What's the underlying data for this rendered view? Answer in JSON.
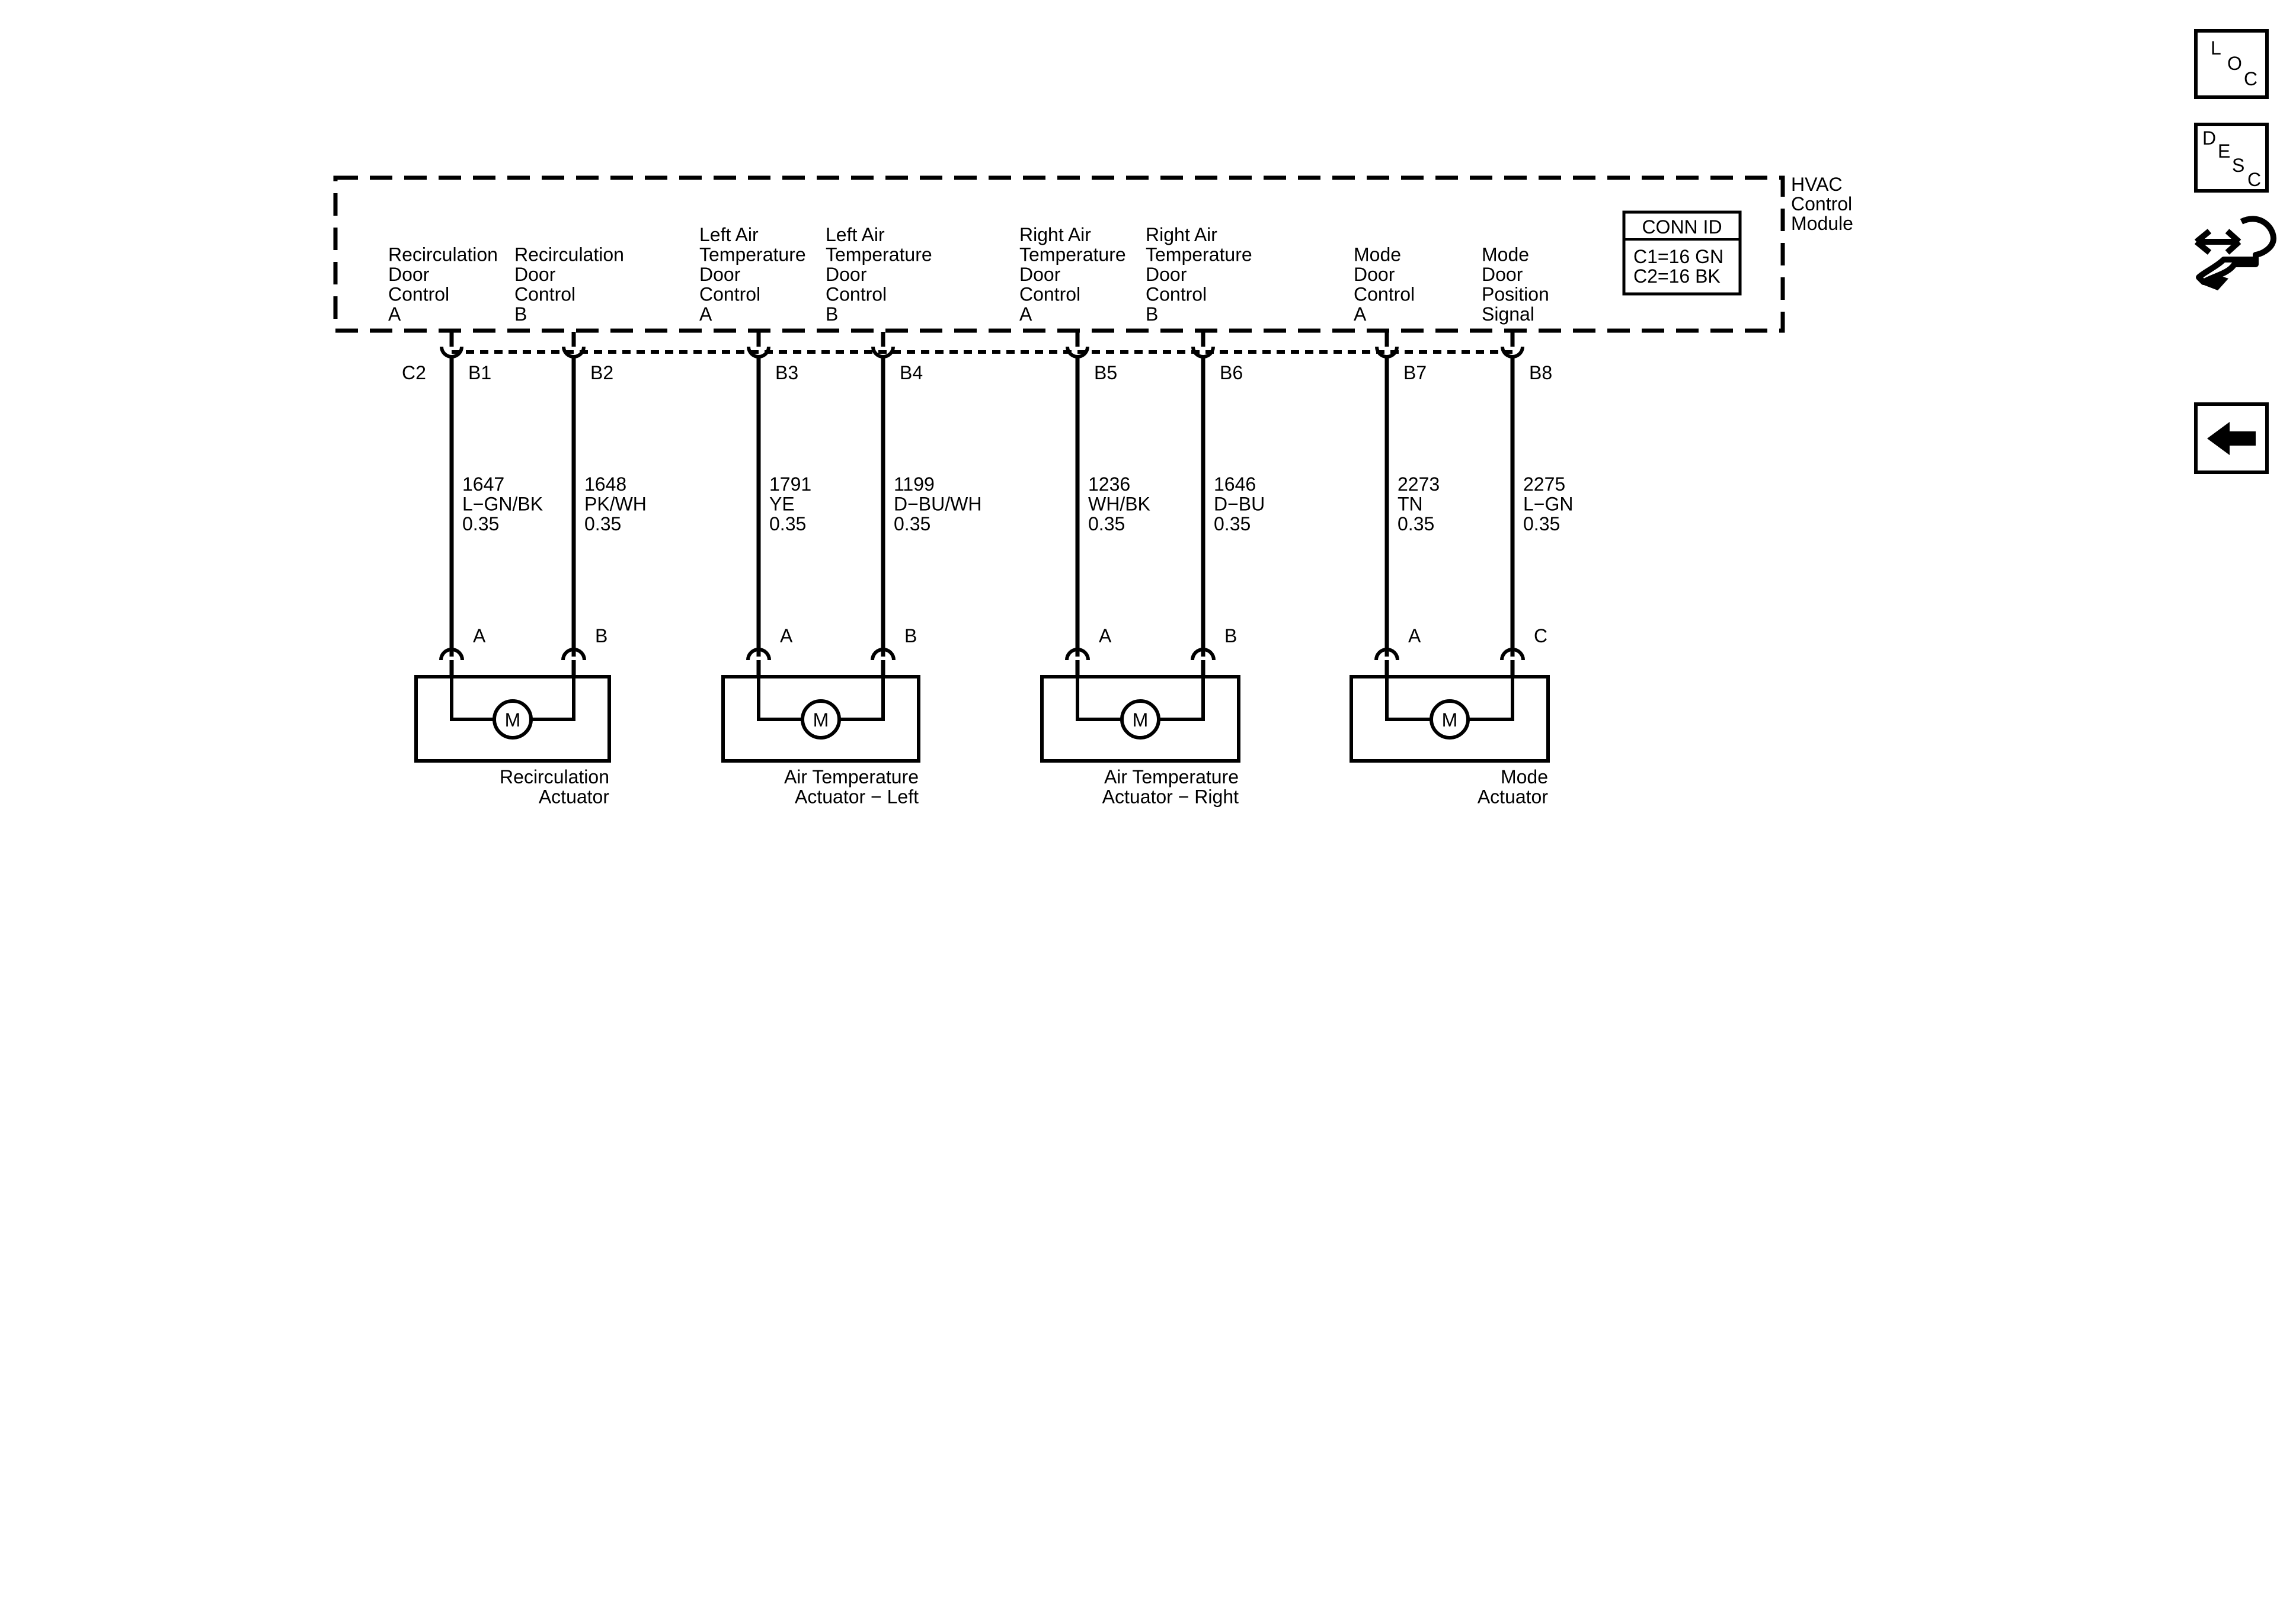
{
  "module": {
    "name_lines": [
      "HVAC",
      "Control",
      "Module"
    ],
    "conn_id": {
      "title": "CONN ID",
      "lines": [
        "C1=16 GN",
        "C2=16 BK"
      ]
    },
    "connector": "C2"
  },
  "pins": [
    {
      "label_lines": [
        "Recirculation",
        "Door",
        "Control",
        "A"
      ],
      "pin": "B1",
      "circuit": "1647",
      "color": "L−GN/BK",
      "gauge": "0.35",
      "actuator_pin": "A"
    },
    {
      "label_lines": [
        "Recirculation",
        "Door",
        "Control",
        "B"
      ],
      "pin": "B2",
      "circuit": "1648",
      "color": "PK/WH",
      "gauge": "0.35",
      "actuator_pin": "B"
    },
    {
      "label_lines": [
        "Left Air",
        "Temperature",
        "Door",
        "Control",
        "A"
      ],
      "pin": "B3",
      "circuit": "1791",
      "color": "YE",
      "gauge": "0.35",
      "actuator_pin": "A"
    },
    {
      "label_lines": [
        "Left Air",
        "Temperature",
        "Door",
        "Control",
        "B"
      ],
      "pin": "B4",
      "circuit": "1199",
      "color": "D−BU/WH",
      "gauge": "0.35",
      "actuator_pin": "B"
    },
    {
      "label_lines": [
        "Right Air",
        "Temperature",
        "Door",
        "Control",
        "A"
      ],
      "pin": "B5",
      "circuit": "1236",
      "color": "WH/BK",
      "gauge": "0.35",
      "actuator_pin": "A"
    },
    {
      "label_lines": [
        "Right Air",
        "Temperature",
        "Door",
        "Control",
        "B"
      ],
      "pin": "B6",
      "circuit": "1646",
      "color": "D−BU",
      "gauge": "0.35",
      "actuator_pin": "B"
    },
    {
      "label_lines": [
        "Mode",
        "Door",
        "Control",
        "A"
      ],
      "pin": "B7",
      "circuit": "2273",
      "color": "TN",
      "gauge": "0.35",
      "actuator_pin": "A"
    },
    {
      "label_lines": [
        "Mode",
        "Door",
        "Position",
        "Signal"
      ],
      "pin": "B8",
      "circuit": "2275",
      "color": "L−GN",
      "gauge": "0.35",
      "actuator_pin": "C"
    }
  ],
  "actuators": [
    {
      "name_lines": [
        "Recirculation",
        "Actuator"
      ],
      "motor_label": "M"
    },
    {
      "name_lines": [
        "Air Temperature",
        "Actuator − Left"
      ],
      "motor_label": "M"
    },
    {
      "name_lines": [
        "Air Temperature",
        "Actuator − Right"
      ],
      "motor_label": "M"
    },
    {
      "name_lines": [
        "Mode",
        "Actuator"
      ],
      "motor_label": "M"
    }
  ],
  "nav": {
    "loc": [
      "L",
      "O",
      "C"
    ],
    "desc": [
      "D",
      "E",
      "S",
      "C"
    ]
  },
  "colors": {
    "line": "#000000",
    "background": "#ffffff"
  }
}
